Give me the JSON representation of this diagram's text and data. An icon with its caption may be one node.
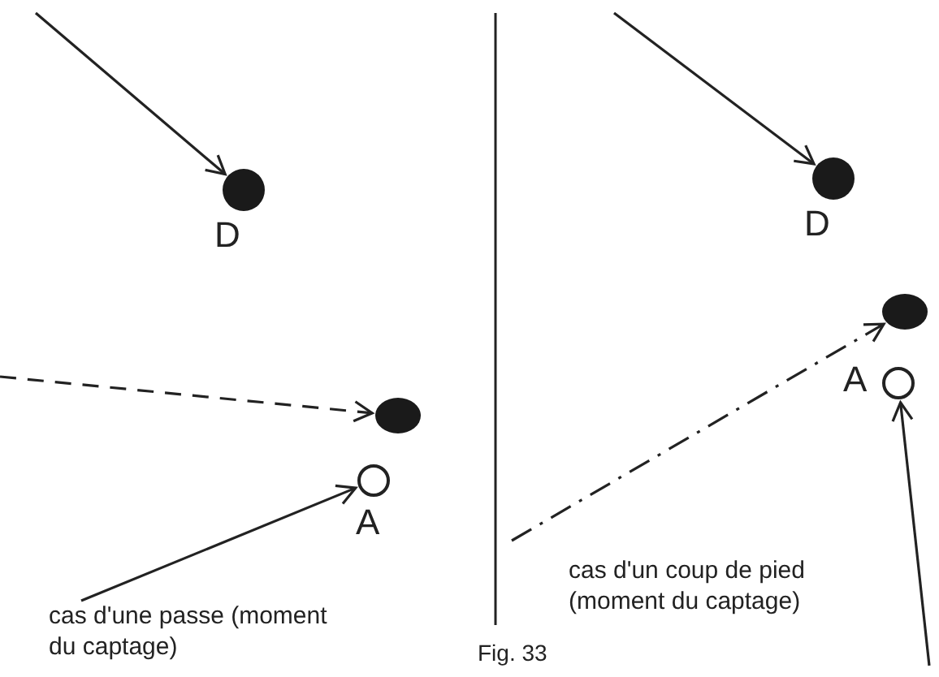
{
  "diagram": {
    "caption": "Fig. 33",
    "nodes": [
      {
        "text": [],
        "shape": "circle",
        "beside": [
          "D"
        ]
      },
      {
        "text": [],
        "shape": "ellipse"
      },
      {
        "text": [],
        "shape": "circle",
        "beside": [
          "A"
        ]
      },
      {
        "text": [
          "cas d'une passe (moment du captage)"
        ]
      },
      {
        "text": [],
        "shape": "circle",
        "beside": [
          "D"
        ]
      },
      {
        "text": [],
        "shape": "ellipse"
      },
      {
        "text": [],
        "shape": "circle",
        "beside": [
          "A"
        ]
      }
    ],
    "edges": [
      {
        "from": null,
        "to": 0,
        "arrow": "to"
      },
      {
        "from": null,
        "to": 1,
        "arrow": "to",
        "style": "dashed"
      },
      {
        "from": 3,
        "to": 2,
        "arrow": "to"
      },
      {
        "from": null,
        "to": 4,
        "arrow": "to"
      },
      {
        "from": null,
        "to": 5,
        "arrow": "to",
        "style": "dashed"
      },
      {
        "from": null,
        "to": 6,
        "arrow": "to"
      }
    ],
    "labels": [
      "cas d'un coup de pied (moment du captage)"
    ]
  }
}
